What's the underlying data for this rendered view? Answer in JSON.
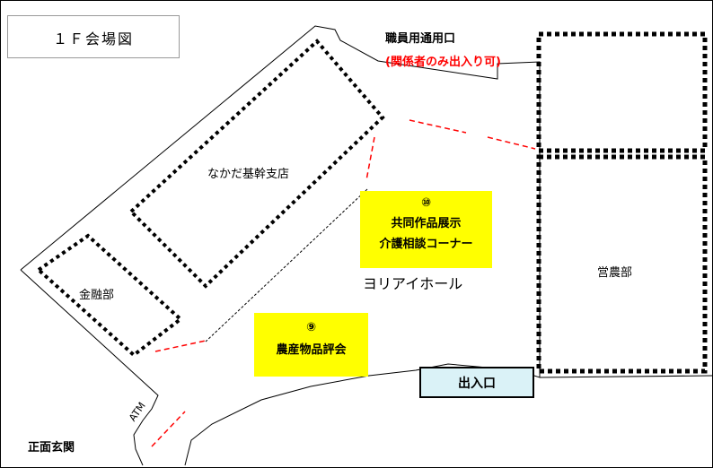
{
  "title": "１Ｆ会場図",
  "staff_entrance": {
    "label": "職員用通用口",
    "note": "(関係者のみ出入り可)",
    "note_color": "#ff0000"
  },
  "areas": {
    "nakada_branch": "なかだ基幹支店",
    "finance": "金融部",
    "farming": "営農部",
    "hall": "ヨリアイホール",
    "atm": "ATM",
    "main_entrance": "正面玄関",
    "entrance": "出入口"
  },
  "booths": [
    {
      "number": "⑩",
      "lines": [
        "共同作品展示",
        "介護相談コーナー"
      ]
    },
    {
      "number": "⑨",
      "lines": [
        "農産物品評会"
      ]
    }
  ],
  "colors": {
    "booth_fill": "#ffff00",
    "entrance_fill": "#daf2f7",
    "partition_red": "#ff0000"
  }
}
